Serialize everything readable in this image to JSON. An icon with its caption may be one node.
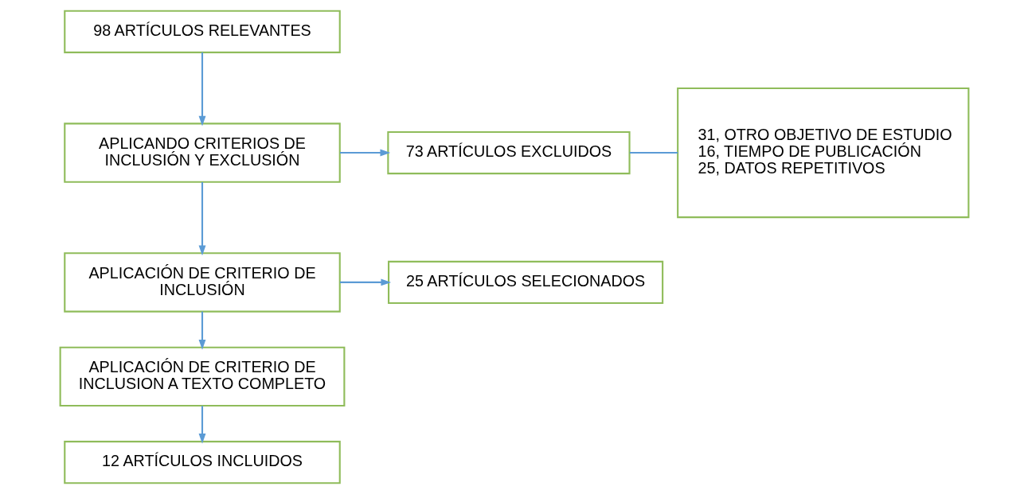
{
  "diagram": {
    "nodes": [
      {
        "text": [
          "98 ARTÍCULOS RELEVANTES"
        ]
      },
      {
        "text": [
          "APLICANDO CRITERIOS DE INCLUSIÓN Y EXCLUSIÓN"
        ]
      },
      {
        "text": [
          "73 ARTÍCULOS EXCLUIDOS"
        ]
      },
      {
        "text": [
          "31, OTRO OBJETIVO DE ESTUDIO",
          "16, TIEMPO DE PUBLICACIÓN",
          "25, DATOS REPETITIVOS"
        ]
      },
      {
        "text": [
          "APLICACIÓN DE CRITERIO DE INCLUSIÓN"
        ]
      },
      {
        "text": [
          "25 ARTÍCULOS SELECIONADOS"
        ]
      },
      {
        "text": [
          "APLICACIÓN DE CRITERIO DE INCLUSION A TEXTO COMPLETO"
        ]
      },
      {
        "text": [
          "12 ARTÍCULOS INCLUIDOS"
        ]
      }
    ],
    "edges": [
      {
        "from": 0,
        "to": 1,
        "arrow": "to"
      },
      {
        "from": 1,
        "to": 4,
        "arrow": "to"
      },
      {
        "from": 1,
        "to": 2,
        "arrow": "to"
      },
      {
        "from": 2,
        "to": 3,
        "arrow": "none"
      },
      {
        "from": 4,
        "to": 6,
        "arrow": "to"
      },
      {
        "from": 4,
        "to": 5,
        "arrow": "to"
      },
      {
        "from": 6,
        "to": 7,
        "arrow": "to"
      }
    ]
  }
}
